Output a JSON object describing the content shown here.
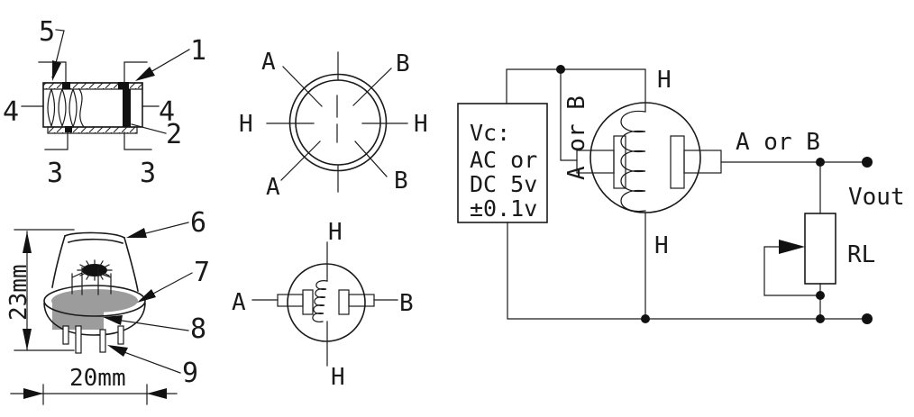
{
  "diagram": {
    "colors": {
      "line": "#1a1a1a",
      "shade": "#9c9c9c",
      "background": "#ffffff",
      "electrode": "#111111"
    },
    "cross_section": {
      "labels": {
        "n1": "1",
        "n2": "2",
        "n3a": "3",
        "n3b": "3",
        "n4a": "4",
        "n4b": "4",
        "n5": "5"
      }
    },
    "package": {
      "labels": {
        "n6": "6",
        "n7": "7",
        "n8": "8",
        "n9": "9"
      },
      "height_dim": "23mm",
      "width_dim": "20mm"
    },
    "pin_view": {
      "a_top": "A",
      "b_top": "B",
      "h_left": "H",
      "h_right": "H",
      "a_bottom": "A",
      "b_bottom": "B"
    },
    "symbol": {
      "h_top": "H",
      "a": "A",
      "b": "B",
      "h_bottom": "H"
    },
    "circuit": {
      "vc": [
        "Vc:",
        "AC or",
        "DC 5v",
        "±0.1v"
      ],
      "input_label": "A or B",
      "output_label": "A or B",
      "h_top": "H",
      "h_bottom": "H",
      "vout": "Vout",
      "rl": "RL"
    }
  }
}
